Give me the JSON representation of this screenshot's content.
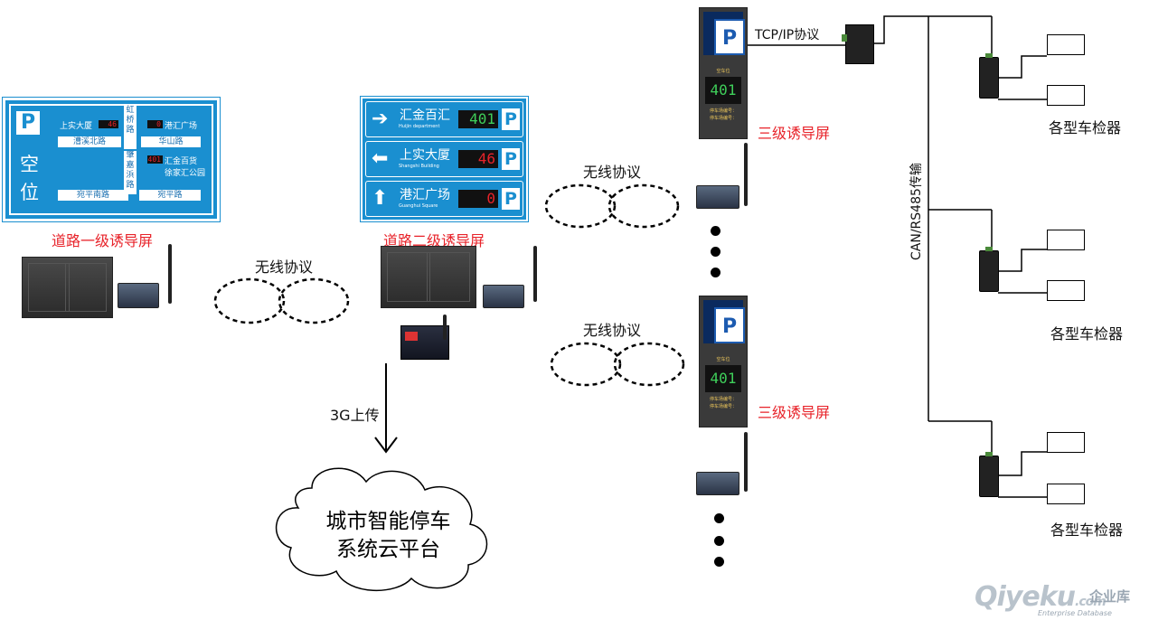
{
  "sign_level1": {
    "p": "P",
    "vacancy": [
      "空",
      "位"
    ],
    "rows": [
      {
        "left": "上实大厦",
        "count": "46",
        "right": "港汇广场",
        "right_count": "0"
      },
      {
        "left": "漕溪北路",
        "right": "华山路"
      },
      {
        "right_count": "401",
        "right": "汇金百货"
      },
      {
        "right_count": "",
        "right": "徐家汇公园"
      }
    ],
    "vroad1": [
      "虹",
      "桥",
      "路"
    ],
    "vroad2": [
      "肇",
      "嘉",
      "浜",
      "路"
    ],
    "bottom_left": "宛平南路",
    "bottom_right": "宛平路",
    "caption": "道路一级诱导屏"
  },
  "sign_level2": {
    "rows": [
      {
        "name": "汇金百汇",
        "sub": "Huijin department",
        "num": "401",
        "color": "#3fcf5a",
        "arrow": "➔"
      },
      {
        "name": "上实大厦",
        "sub": "Shangshi Building",
        "num": "46",
        "color": "#e8232a",
        "arrow": "🡐"
      },
      {
        "name": "港汇广场",
        "sub": "Guanghui Square",
        "num": "0",
        "color": "#e8232a",
        "arrow": "🡑"
      }
    ],
    "p": "P",
    "caption": "道路二级诱导屏"
  },
  "wireless": [
    "无线协议",
    "无线协议",
    "无线协议"
  ],
  "upload": "3G上传",
  "cloud": [
    "城市智能停车",
    "系统云平台"
  ],
  "level3": {
    "caption": "三级诱导屏",
    "p": "P",
    "number": "401",
    "brand_small": "空车位",
    "notes": [
      "停车场编号：",
      "停车场编号：  "
    ]
  },
  "tcp": "TCP/IP协议",
  "can": "CAN/RS485传输",
  "detectors": [
    "各型车检器",
    "各型车检器",
    "各型车检器"
  ],
  "watermark": {
    "brand": "Qiyeku",
    "suffix": ".com",
    "cn": "企业库",
    "sub": "Enterprise Database"
  }
}
